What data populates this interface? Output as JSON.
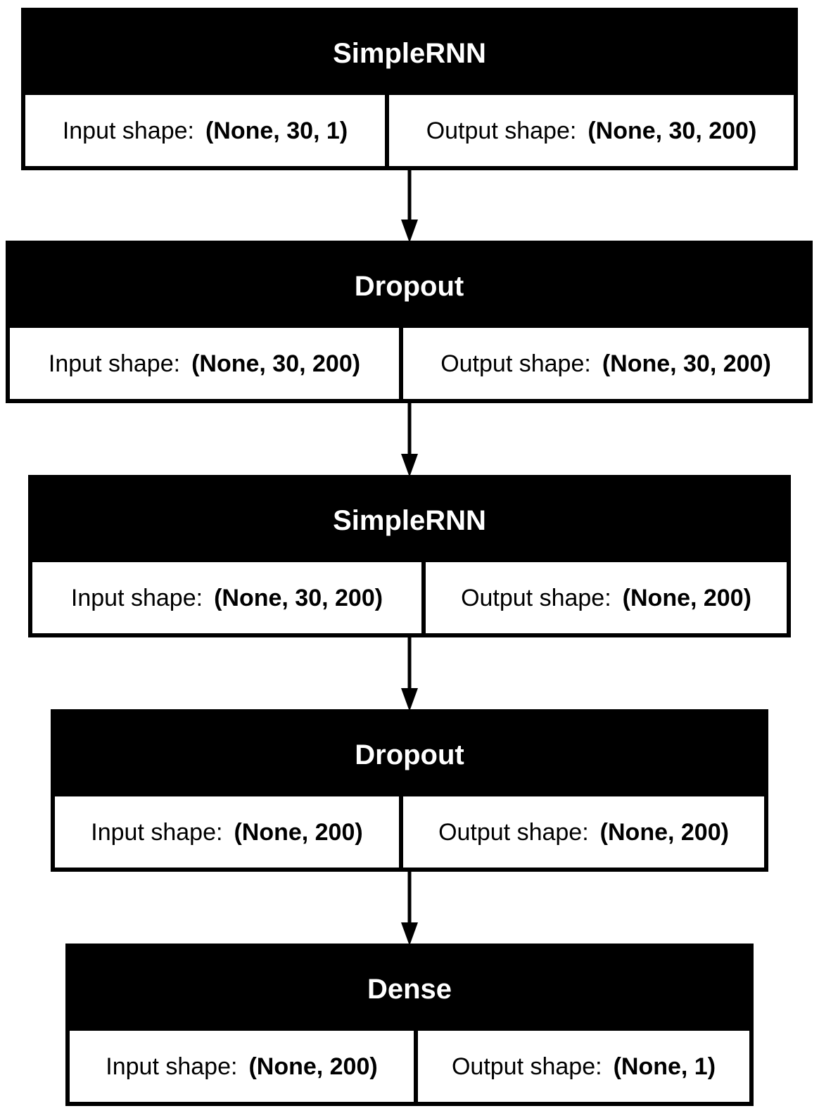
{
  "diagram": {
    "layers": [
      {
        "name": "SimpleRNN",
        "input_label": "Input shape:",
        "input_shape": "(None, 30, 1)",
        "output_label": "Output shape:",
        "output_shape": "(None, 30, 200)"
      },
      {
        "name": "Dropout",
        "input_label": "Input shape:",
        "input_shape": "(None, 30, 200)",
        "output_label": "Output shape:",
        "output_shape": "(None, 30, 200)"
      },
      {
        "name": "SimpleRNN",
        "input_label": "Input shape:",
        "input_shape": "(None, 30, 200)",
        "output_label": "Output shape:",
        "output_shape": "(None, 200)"
      },
      {
        "name": "Dropout",
        "input_label": "Input shape:",
        "input_shape": "(None, 200)",
        "output_label": "Output shape:",
        "output_shape": "(None, 200)"
      },
      {
        "name": "Dense",
        "input_label": "Input shape:",
        "input_shape": "(None, 200)",
        "output_label": "Output shape:",
        "output_shape": "(None, 1)"
      }
    ]
  }
}
